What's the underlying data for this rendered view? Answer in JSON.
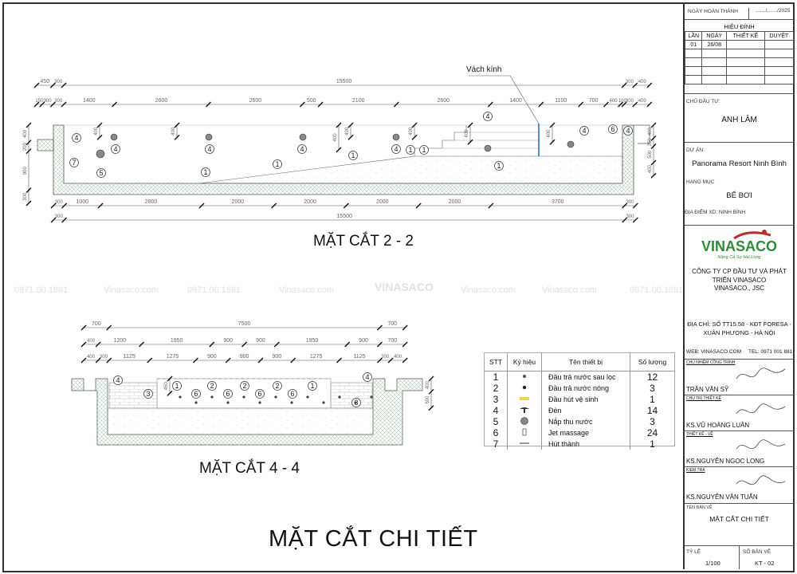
{
  "drawing": {
    "main_title": "MẶT CẮT CHI TIẾT",
    "section_2_2": {
      "title": "MẶT CẮT 2 - 2",
      "callout": "Vách kính",
      "dims_top_1": [
        450,
        300,
        15500,
        300,
        400
      ],
      "dims_top_2": [
        150,
        300,
        300,
        1400,
        2600,
        2600,
        500,
        2100,
        2600,
        1400,
        1100,
        700,
        400,
        100,
        300,
        400
      ],
      "dims_bottom_1": [
        300,
        1000,
        2800,
        2000,
        2000,
        2000,
        2000,
        3700,
        300
      ],
      "dims_bottom_2": [
        300,
        15500,
        300
      ],
      "dims_left": [
        400,
        200,
        900,
        300
      ],
      "dims_right": [
        400,
        250,
        500,
        400
      ],
      "dims_inner": [
        400,
        800,
        400,
        400,
        400,
        550,
        550
      ],
      "markers": [
        "4",
        "4",
        "4",
        "4",
        "4",
        "4",
        "4",
        "4",
        "6",
        "7",
        "5",
        "1",
        "1",
        "1",
        "1",
        "1",
        "1"
      ]
    },
    "section_4_4": {
      "title": "MẶT CẮT 4 - 4",
      "dims_top_1": [
        700,
        7500,
        700
      ],
      "dims_top_2": [
        400,
        1200,
        1950,
        900,
        900,
        1950,
        900,
        700
      ],
      "dims_top_3": [
        400,
        300,
        1125,
        1275,
        900,
        900,
        900,
        1275,
        1125,
        300,
        400
      ],
      "dims_right": [
        400,
        500
      ],
      "dims_inner": [
        450
      ],
      "markers": [
        "4",
        "4",
        "3",
        "3",
        "1",
        "2",
        "2",
        "2",
        "1",
        "6",
        "6",
        "6",
        "6"
      ]
    },
    "watermark": [
      "0971.00.1881",
      "Vinasaco.com",
      "0971.00.1881",
      "Vinasaco.com",
      "Vinasaco.com",
      "Vinasaco.com",
      "0971.00.1881"
    ]
  },
  "legend": {
    "headers": [
      "STT",
      "Ký hiệu",
      "Tên thiết bị",
      "Số lượng"
    ],
    "rows": [
      {
        "stt": "1",
        "icon": "return-inlet-icon",
        "name": "Đầu trả nước sau lọc",
        "qty": "12"
      },
      {
        "stt": "2",
        "icon": "hot-water-inlet-icon",
        "name": "Đầu trả nước nóng",
        "qty": "3"
      },
      {
        "stt": "3",
        "icon": "vacuum-fitting-icon",
        "name": "Đầu hút vệ sinh",
        "qty": "1"
      },
      {
        "stt": "4",
        "icon": "light-icon",
        "name": "Đèn",
        "qty": "14"
      },
      {
        "stt": "5",
        "icon": "main-drain-icon",
        "name": "Nắp thu nước",
        "qty": "3"
      },
      {
        "stt": "6",
        "icon": "jet-massage-icon",
        "name": "Jet massage",
        "qty": "24"
      },
      {
        "stt": "7",
        "icon": "skimmer-icon",
        "name": "Hút thành",
        "qty": "1"
      }
    ],
    "icon_color_3": "#f2d24a"
  },
  "title_block": {
    "completion_label": "NGÀY HOÀN THÀNH",
    "completion_value": "......./......./2025",
    "revision_title": "HIỆU ĐÍNH",
    "revision_headers": [
      "LẦN",
      "NGÀY",
      "THIẾT KẾ",
      "DUYỆT"
    ],
    "revision_rows": [
      [
        "01",
        "26/08",
        "",
        ""
      ],
      [
        "",
        "",
        "",
        ""
      ],
      [
        "",
        "",
        "",
        ""
      ],
      [
        "",
        "",
        "",
        ""
      ],
      [
        "",
        "",
        "",
        ""
      ]
    ],
    "owner_label": "CHỦ ĐẦU TƯ:",
    "owner": "ANH LÂM",
    "project_label": "DỰ ÁN:",
    "project": "Panorama Resort Ninh Bình",
    "item_label": "HẠNG MỤC",
    "item": "BỂ BƠI",
    "location": "ĐỊA ĐIỂM XD: NINH BÌNH",
    "logo_text": "VINASACO",
    "logo_tagline": "Nâng Cả Sự Hài Lòng",
    "company": "CÔNG TY CP ĐẦU TƯ VÀ PHÁT TRIỂN VINASACO",
    "company_short": "VINASACO., JSC",
    "address": "ĐỊA CHỈ: SỐ TT15.58 - KĐT FORESA - XUÂN PHƯƠNG - HÀ NỘI",
    "web": "WEB: VINASACO.COM",
    "tel": "TEL: 0971 001 881",
    "roles": [
      {
        "label": "CHỦ NHIỆM CÔNG TRÌNH",
        "name": "TRẦN VĂN SỸ"
      },
      {
        "label": "CHỦ TRÌ THIẾT KẾ",
        "name": "KS.VŨ HOÀNG LUÂN"
      },
      {
        "label": "THIẾT KẾ - VẼ",
        "name": "KS.NGUYỄN NGỌC LONG"
      },
      {
        "label": "KIỂM TRA",
        "name": "KS.NGUYỄN VĂN TUẤN"
      }
    ],
    "sheet_name_label": "TÊN BẢN VẼ",
    "sheet_name": "MẶT CẮT CHI TIẾT",
    "scale_label": "TỶ LỆ",
    "scale": "1/100",
    "sheet_no_label": "SỐ BẢN VẼ",
    "sheet_no": "KT - 02",
    "brand_color": "#2e8b3a",
    "accent_color": "#c0282d"
  }
}
